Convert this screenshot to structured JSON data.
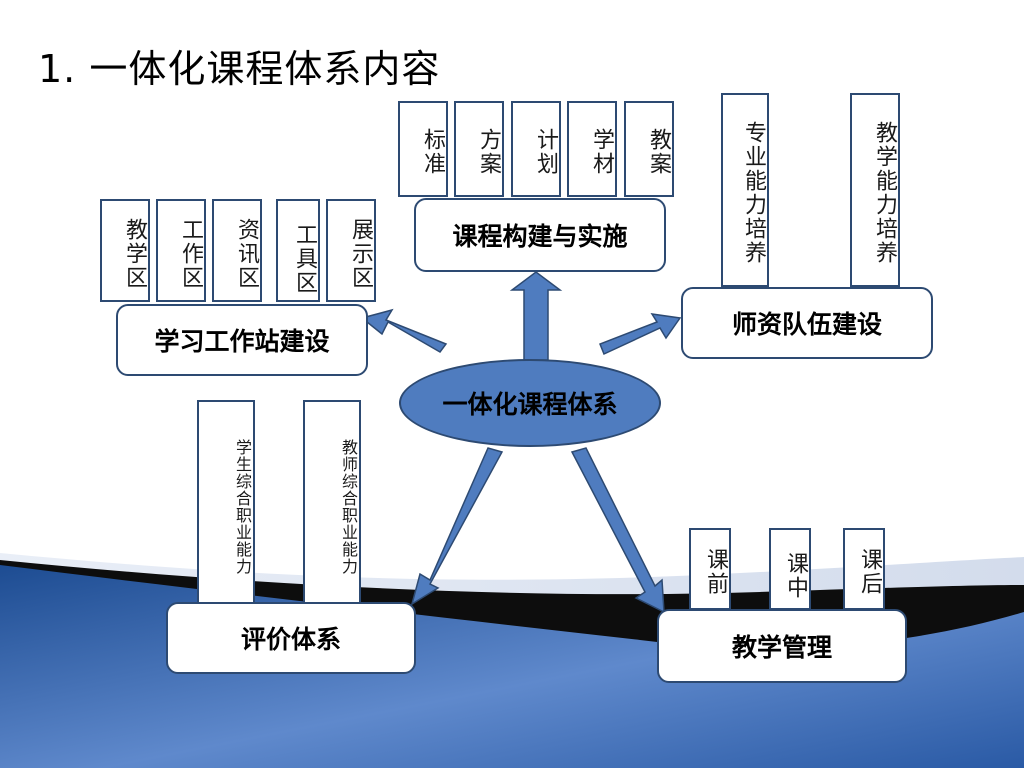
{
  "slide": {
    "title": "1. 一体化课程体系内容",
    "center": "一体化课程体系",
    "colors": {
      "arrow": "#4f7cbf",
      "border": "#2d4a72",
      "wave_dark": "#1f4e95",
      "wave_light": "#6f97d3"
    }
  },
  "branches": {
    "course": {
      "label": "课程构建与实施",
      "items": [
        "标准",
        "方案",
        "计划",
        "学材",
        "教案"
      ]
    },
    "workstation": {
      "label": "学习工作站建设",
      "items": [
        "教学区",
        "工作区",
        "资讯区",
        "工具区",
        "展示区"
      ]
    },
    "teachers": {
      "label": "师资队伍建设",
      "items": [
        "专业能力培养",
        "教学能力培养"
      ]
    },
    "evaluation": {
      "label": "评价体系",
      "items": [
        "学生综合职业能力",
        "教师综合职业能力"
      ]
    },
    "management": {
      "label": "教学管理",
      "items": [
        "课前",
        "课中",
        "课后"
      ]
    }
  }
}
